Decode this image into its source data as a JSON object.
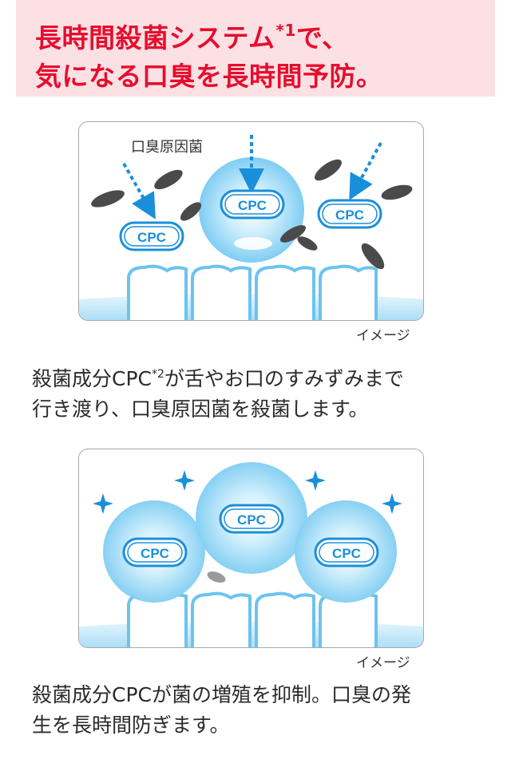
{
  "header": {
    "line1_a": "長時間殺菌システム",
    "line1_sup": "*1",
    "line1_b": "で、",
    "line2": "気になる口臭を長時間予防。",
    "text_color": "#e60d2e",
    "bg_color": "#fbe1e3"
  },
  "panel1": {
    "bacteria_label": "口臭原因菌",
    "cpc_label": "CPC",
    "caption": "イメージ"
  },
  "desc1": {
    "line1_a": "殺菌成分CPC",
    "line1_sup": "*2",
    "line1_b": "が舌やお口のすみずみまで",
    "line2": "行き渡り、口臭原因菌を殺菌します。"
  },
  "panel2": {
    "cpc_label": "CPC",
    "caption": "イメージ"
  },
  "desc2": {
    "line1": "殺菌成分CPCが菌の増殖を抑制。口臭の発",
    "line2": "生を長時間防ぎます。"
  },
  "colors": {
    "accent_blue": "#1a8fd9",
    "gum": "#bfe6f7",
    "bacteria": "#4a4a4a"
  }
}
